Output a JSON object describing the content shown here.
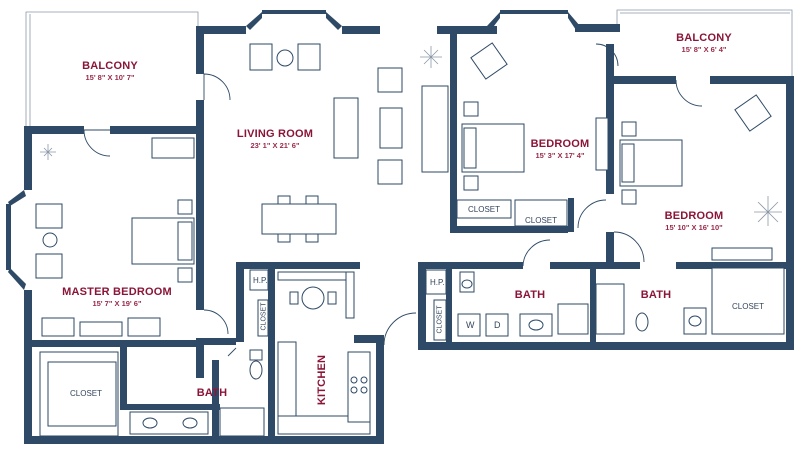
{
  "colors": {
    "wall": "#2e4a66",
    "label": "#8a1538",
    "background": "#ffffff"
  },
  "rooms": {
    "balcony_left": {
      "name": "BALCONY",
      "dims": "15' 8\" X 10' 7\""
    },
    "balcony_right": {
      "name": "BALCONY",
      "dims": "15' 8\" X 6' 4\""
    },
    "living_room": {
      "name": "LIVING ROOM",
      "dims": "23' 1\" X 21' 6\""
    },
    "bedroom_1": {
      "name": "BEDROOM",
      "dims": "15' 3\" X 17' 4\""
    },
    "bedroom_2": {
      "name": "BEDROOM",
      "dims": "15' 10\" X 16' 10\""
    },
    "master_bedroom": {
      "name": "MASTER BEDROOM",
      "dims": "15' 7\" X 19' 6\""
    },
    "kitchen": {
      "name": "KITCHEN"
    },
    "bath_master": {
      "name": "BATH"
    },
    "bath_middle": {
      "name": "BATH"
    },
    "bath_right": {
      "name": "BATH"
    }
  },
  "small_labels": {
    "closet_bedroom_1a": "CLOSET",
    "closet_bedroom_1b": "CLOSET",
    "closet_right": "CLOSET",
    "closet_master": "CLOSET",
    "closet_hall_left": "CLOSET",
    "closet_hall_right": "CLOSET",
    "hp_left": "H.P.",
    "hp_right": "H.P.",
    "washer": "W",
    "dryer": "D"
  }
}
